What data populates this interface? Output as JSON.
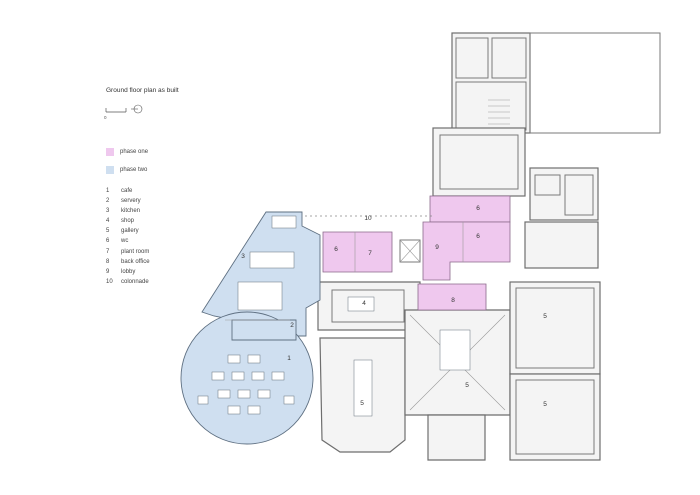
{
  "legend": {
    "title": "Ground floor plan as built",
    "scale_zero": "0",
    "phase_one": {
      "label": "phase one",
      "color": "#efc8ee"
    },
    "phase_two": {
      "label": "phase two",
      "color": "#cfdff0"
    }
  },
  "key": [
    {
      "num": "1",
      "label": "cafe"
    },
    {
      "num": "2",
      "label": "servery"
    },
    {
      "num": "3",
      "label": "kitchen"
    },
    {
      "num": "4",
      "label": "shop"
    },
    {
      "num": "5",
      "label": "gallery"
    },
    {
      "num": "6",
      "label": "wc"
    },
    {
      "num": "7",
      "label": "plant room"
    },
    {
      "num": "8",
      "label": "back office"
    },
    {
      "num": "9",
      "label": "lobby"
    },
    {
      "num": "10",
      "label": "colonnade"
    }
  ],
  "room_labels": {
    "cafe": "1",
    "servery": "2",
    "kitchen": "3",
    "shop": "4",
    "gallery_a": "5",
    "gallery_b": "5",
    "gallery_c": "5",
    "gallery_d": "5",
    "wc_a": "6",
    "wc_b": "6",
    "wc_c": "6",
    "plant": "7",
    "office": "8",
    "lobby": "9",
    "colonnade": "10"
  }
}
